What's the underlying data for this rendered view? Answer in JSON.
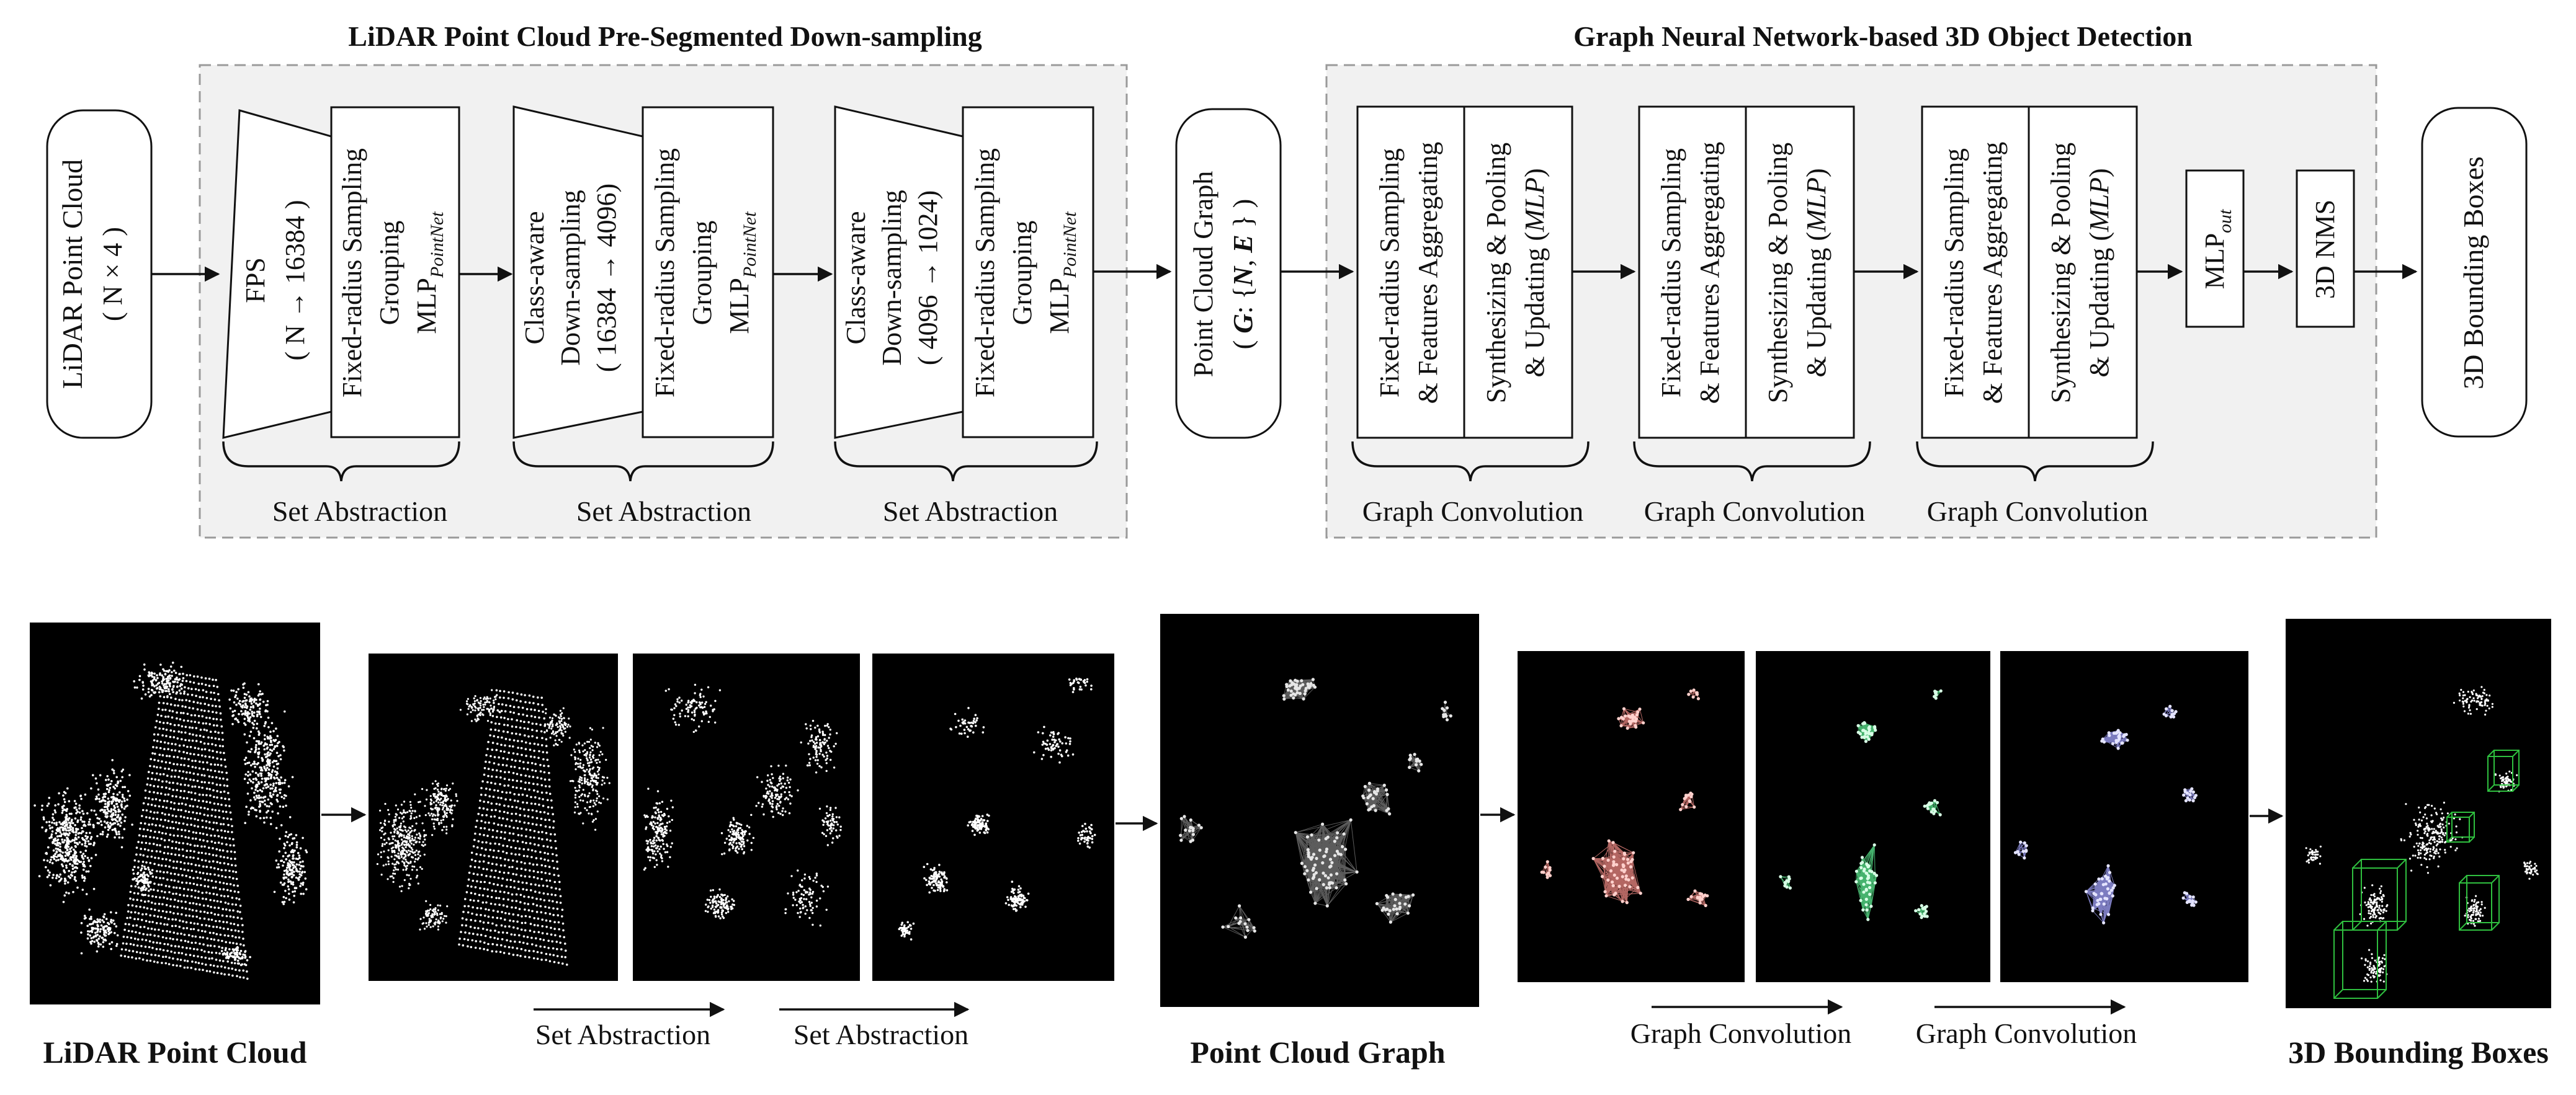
{
  "top": {
    "section_left_title": "LiDAR Point Cloud Pre-Segmented Down-sampling",
    "section_right_title": "Graph Neural Network-based 3D Object Detection",
    "input_lines": [
      "LiDAR Point Cloud",
      "( N × 4 )"
    ],
    "sa1": {
      "trap_lines": [
        "FPS",
        "( N → 16384 )"
      ],
      "rect_lines": [
        "Fixed-radius Sampling",
        "Grouping",
        "MLP"
      ],
      "mlp_sub": "PointNet",
      "label": "Set Abstraction"
    },
    "sa2": {
      "trap_lines": [
        "Class-aware",
        "Down-sampling",
        "( 16384 → 4096)"
      ],
      "rect_lines": [
        "Fixed-radius Sampling",
        "Grouping",
        "MLP"
      ],
      "mlp_sub": "PointNet",
      "label": "Set Abstraction"
    },
    "sa3": {
      "trap_lines": [
        "Class-aware",
        "Down-sampling",
        "( 4096 → 1024)"
      ],
      "rect_lines": [
        "Fixed-radius Sampling",
        "Grouping",
        "MLP"
      ],
      "mlp_sub": "PointNet",
      "label": "Set Abstraction"
    },
    "graph_box": {
      "line1": "Point Cloud Graph",
      "line2_open": "( ",
      "G": "G",
      "mid": ": {",
      "N": "N",
      "comma": ", ",
      "E": "E",
      "line2_close": " } )"
    },
    "gc": {
      "left_lines": [
        "Fixed-radius Sampling",
        "& Features Aggregating"
      ],
      "right_line1": "Synthesizing & Pooling",
      "right_line2_pre": "& Updating (",
      "right_line2_it": "MLP",
      "right_line2_post": ")",
      "label": "Graph Convolution"
    },
    "mlp_out": {
      "main": "MLP",
      "sub": "out"
    },
    "nms": "3D NMS",
    "output": "3D Bounding Boxes"
  },
  "bottom": {
    "lidar_label": "LiDAR Point Cloud",
    "sa_arrow_label_1": "Set Abstraction",
    "sa_arrow_label_2": "Set Abstraction",
    "graph_label": "Point Cloud Graph",
    "gc_arrow_label_1": "Graph Convolution",
    "gc_arrow_label_2": "Graph Convolution",
    "bbox_label": "3D Bounding Boxes"
  },
  "colors": {
    "panel_bg": "#000000",
    "points": "#ffffff",
    "graph_gray": "#a8a8a8",
    "graph_red": "#f08a84",
    "graph_green": "#58e08a",
    "graph_blue": "#9b9cf0",
    "bbox_green": "#2fbf3f",
    "region_fill": "#f1f1f1"
  }
}
